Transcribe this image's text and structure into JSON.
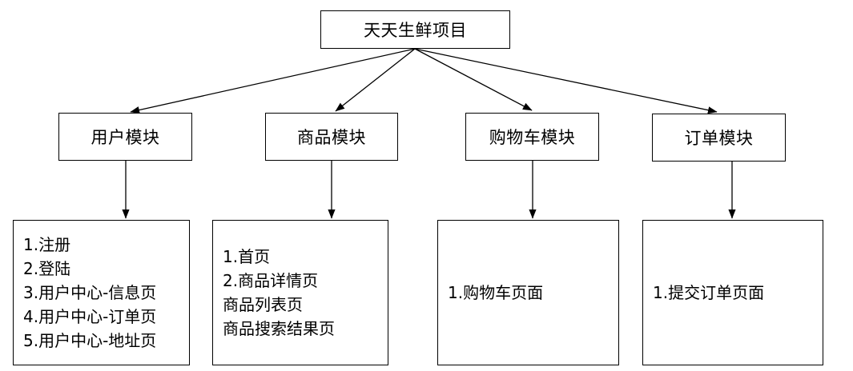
{
  "diagram": {
    "title_node": {
      "label": "天天生鲜项目"
    },
    "modules": [
      {
        "label": "用户模块"
      },
      {
        "label": "商品模块"
      },
      {
        "label": "购物车模块"
      },
      {
        "label": "订单模块"
      }
    ],
    "details": [
      {
        "lines": [
          "1.注册",
          "2.登陆",
          "3.用户中心-信息页",
          "4.用户中心-订单页",
          "5.用户中心-地址页"
        ]
      },
      {
        "lines": [
          "1.首页",
          "2.商品详情页",
          "商品列表页",
          "商品搜索结果页"
        ]
      },
      {
        "lines": [
          "1.购物车页面"
        ]
      },
      {
        "lines": [
          "1.提交订单页面"
        ]
      }
    ],
    "colors": {
      "stroke": "#000000",
      "fill": "#ffffff",
      "text": "#000000"
    }
  }
}
